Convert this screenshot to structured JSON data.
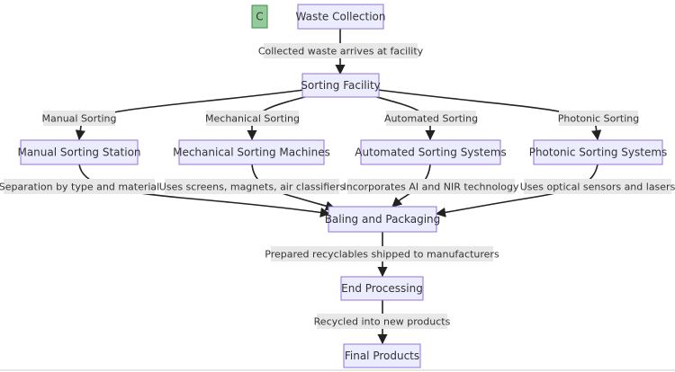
{
  "diagram": {
    "class_badge": "C",
    "nodes": {
      "waste_collection": "Waste Collection",
      "sorting_facility": "Sorting Facility",
      "manual_station": "Manual Sorting Station",
      "mechanical_machines": "Mechanical Sorting Machines",
      "automated_systems": "Automated Sorting Systems",
      "photonic_systems": "Photonic Sorting Systems",
      "baling": "Baling and Packaging",
      "end_processing": "End Processing",
      "final_products": "Final Products"
    },
    "edge_labels": {
      "collected": "Collected waste arrives at facility",
      "manual": "Manual Sorting",
      "mechanical": "Mechanical Sorting",
      "automated": "Automated Sorting",
      "photonic": "Photonic Sorting",
      "separation": "Separation by type and material",
      "screens": "Uses screens, magnets, air classifiers",
      "ai_nir": "Incorporates AI and NIR technology",
      "optical": "Uses optical sensors and lasers",
      "prepared": "Prepared recyclables shipped to manufacturers",
      "recycled": "Recycled into new products"
    },
    "colors": {
      "node_fill": "#ECECFF",
      "node_stroke": "#9370DB",
      "badge_fill": "#93CC9A",
      "label_bg": "#E8E8E8",
      "edge": "#222222"
    }
  }
}
